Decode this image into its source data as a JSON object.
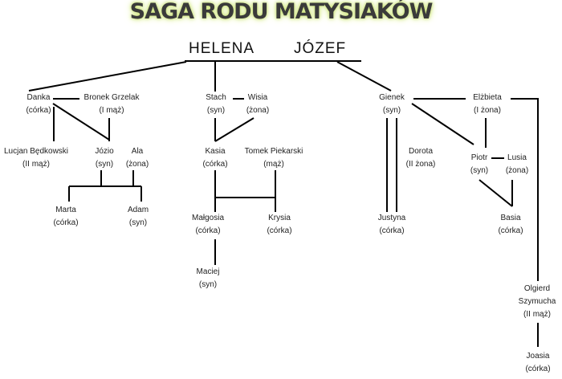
{
  "title": "SAGA RODU MATYSIAKÓW",
  "roots": {
    "left": "HELENA",
    "right": "JÓZEF"
  },
  "people": {
    "danka": {
      "name": "Danka",
      "role": "(córka)"
    },
    "bronek": {
      "name": "Bronek Grzelak",
      "role": "(I mąż)"
    },
    "lucjan": {
      "name": "Lucjan Będkowski",
      "role": "(II mąż)"
    },
    "jozio": {
      "name": "Józio",
      "role": "(syn)"
    },
    "ala": {
      "name": "Ala",
      "role": "(żona)"
    },
    "marta": {
      "name": "Marta",
      "role": "(córka)"
    },
    "adam": {
      "name": "Adam",
      "role": "(syn)"
    },
    "stach": {
      "name": "Stach",
      "role": "(syn)"
    },
    "wisia": {
      "name": "Wisia",
      "role": "(żona)"
    },
    "kasia": {
      "name": "Kasia",
      "role": "(córka)"
    },
    "tomek": {
      "name": "Tomek Piekarski",
      "role": "(mąż)"
    },
    "malgosia": {
      "name": "Małgosia",
      "role": "(córka)"
    },
    "krysia": {
      "name": "Krysia",
      "role": "(córka)"
    },
    "maciej": {
      "name": "Maciej",
      "role": "(syn)"
    },
    "gienek": {
      "name": "Gienek",
      "role": "(syn)"
    },
    "elzbieta": {
      "name": "Elżbieta",
      "role": "(I żona)"
    },
    "dorota": {
      "name": "Dorota",
      "role": "(II żona)"
    },
    "justyna": {
      "name": "Justyna",
      "role": "(córka)"
    },
    "piotr": {
      "name": "Piotr",
      "role": "(syn)"
    },
    "lusia": {
      "name": "Lusia",
      "role": "(żona)"
    },
    "basia": {
      "name": "Basia",
      "role": "(córka)"
    },
    "olgierd": {
      "name": "Olgierd",
      "name2": "Szymucha",
      "role": "(II mąż)"
    },
    "joasia": {
      "name": "Joasia",
      "role": "(córka)"
    }
  }
}
